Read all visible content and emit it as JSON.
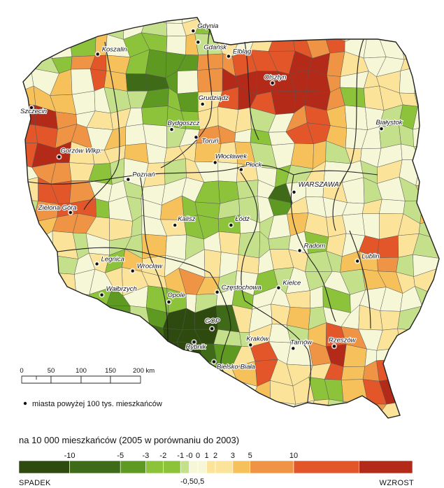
{
  "colors": {
    "spadek_strong": "#2e4a0f",
    "spadek_dark": "#3f6b18",
    "spadek_mid": "#5e9a22",
    "spadek_light": "#8cc33a",
    "spadek_pale": "#c4e08a",
    "neutral": "#f5f7d6",
    "wzrost_pale": "#fbe49a",
    "wzrost_light": "#f6c15a",
    "wzrost_mid": "#ef9444",
    "wzrost_strong": "#e2562a",
    "wzrost_dark": "#b32a18",
    "border": "#555555",
    "voiv_border": "#222222"
  },
  "cities": [
    {
      "name": "Gdynia",
      "lon": 18.53,
      "lat": 54.52,
      "big": false
    },
    {
      "name": "Gdańsk",
      "lon": 18.65,
      "lat": 54.36,
      "big": true
    },
    {
      "name": "Koszalin",
      "lon": 16.18,
      "lat": 54.19,
      "big": true
    },
    {
      "name": "Elbląg",
      "lon": 19.4,
      "lat": 54.16,
      "big": true
    },
    {
      "name": "Olsztyn",
      "lon": 20.48,
      "lat": 53.78,
      "big": true
    },
    {
      "name": "Szczecin",
      "lon": 14.55,
      "lat": 53.43,
      "big": true
    },
    {
      "name": "Grudziądz",
      "lon": 18.76,
      "lat": 53.48,
      "big": true
    },
    {
      "name": "Bydgoszcz",
      "lon": 18.0,
      "lat": 53.12,
      "big": true
    },
    {
      "name": "Toruń",
      "lon": 18.6,
      "lat": 53.01,
      "big": true
    },
    {
      "name": "Białystok",
      "lon": 23.16,
      "lat": 53.13,
      "big": true
    },
    {
      "name": "Gorzów Wlkp.",
      "lon": 15.23,
      "lat": 52.73,
      "big": true
    },
    {
      "name": "Włocławek",
      "lon": 19.07,
      "lat": 52.65,
      "big": true
    },
    {
      "name": "Płock",
      "lon": 19.71,
      "lat": 52.55,
      "big": true
    },
    {
      "name": "Poznań",
      "lon": 16.93,
      "lat": 52.41,
      "big": true
    },
    {
      "name": "WARSZAWA",
      "lon": 21.01,
      "lat": 52.23,
      "big": true
    },
    {
      "name": "Zielona Góra",
      "lon": 15.51,
      "lat": 51.94,
      "big": true
    },
    {
      "name": "Kalisz",
      "lon": 18.08,
      "lat": 51.76,
      "big": true
    },
    {
      "name": "Łódź",
      "lon": 19.46,
      "lat": 51.76,
      "big": true
    },
    {
      "name": "Radom",
      "lon": 21.15,
      "lat": 51.4,
      "big": true
    },
    {
      "name": "Lublin",
      "lon": 22.57,
      "lat": 51.25,
      "big": true
    },
    {
      "name": "Legnica",
      "lon": 16.16,
      "lat": 51.21,
      "big": true
    },
    {
      "name": "Wrocław",
      "lon": 17.04,
      "lat": 51.11,
      "big": true
    },
    {
      "name": "Wałbrzych",
      "lon": 16.28,
      "lat": 50.77,
      "big": true
    },
    {
      "name": "Częstochowa",
      "lon": 19.12,
      "lat": 50.81,
      "big": true
    },
    {
      "name": "Kielce",
      "lon": 20.63,
      "lat": 50.87,
      "big": true
    },
    {
      "name": "Opole",
      "lon": 17.93,
      "lat": 50.67,
      "big": true
    },
    {
      "name": "GOP",
      "lon": 18.99,
      "lat": 50.29,
      "big": true
    },
    {
      "name": "Rybnik",
      "lon": 18.55,
      "lat": 50.1,
      "big": true
    },
    {
      "name": "Kraków",
      "lon": 19.94,
      "lat": 50.06,
      "big": true
    },
    {
      "name": "Tarnów",
      "lon": 20.99,
      "lat": 50.01,
      "big": true
    },
    {
      "name": "Rzeszów",
      "lon": 22.0,
      "lat": 50.04,
      "big": true
    },
    {
      "name": "Bielsko-Biała",
      "lon": 19.04,
      "lat": 49.82,
      "big": true
    }
  ],
  "scale_bar": {
    "ticks": [
      "0",
      "50",
      "100",
      "150",
      "200 km"
    ]
  },
  "legend": {
    "point_label": "miasta powyżej 100 tys. mieszkańców",
    "title": "na 10 000 mieszkańców (2005 w porównaniu do 2003)",
    "top_ticks": [
      "-10",
      "-5",
      "-3",
      "-2",
      "-1",
      "-0",
      "0",
      "1",
      "2",
      "3",
      "5",
      "10"
    ],
    "bottom_ticks": "-0,50,5",
    "left_label": "SPADEK",
    "right_label": "WZROST",
    "bins": [
      {
        "from": -20,
        "to": -10,
        "color_key": "spadek_strong"
      },
      {
        "from": -10,
        "to": -5,
        "color_key": "spadek_dark"
      },
      {
        "from": -5,
        "to": -3,
        "color_key": "spadek_mid"
      },
      {
        "from": -3,
        "to": -2,
        "color_key": "spadek_light"
      },
      {
        "from": -2,
        "to": -1,
        "color_key": "spadek_light"
      },
      {
        "from": -1,
        "to": -0.5,
        "color_key": "spadek_pale"
      },
      {
        "from": -0.5,
        "to": 0,
        "color_key": "neutral"
      },
      {
        "from": 0,
        "to": 0.5,
        "color_key": "neutral"
      },
      {
        "from": 0.5,
        "to": 1,
        "color_key": "wzrost_pale"
      },
      {
        "from": 1,
        "to": 2,
        "color_key": "wzrost_pale"
      },
      {
        "from": 2,
        "to": 3,
        "color_key": "wzrost_light"
      },
      {
        "from": 3,
        "to": 5,
        "color_key": "wzrost_mid"
      },
      {
        "from": 5,
        "to": 10,
        "color_key": "wzrost_strong"
      },
      {
        "from": 10,
        "to": 20,
        "color_key": "wzrost_dark"
      }
    ]
  }
}
